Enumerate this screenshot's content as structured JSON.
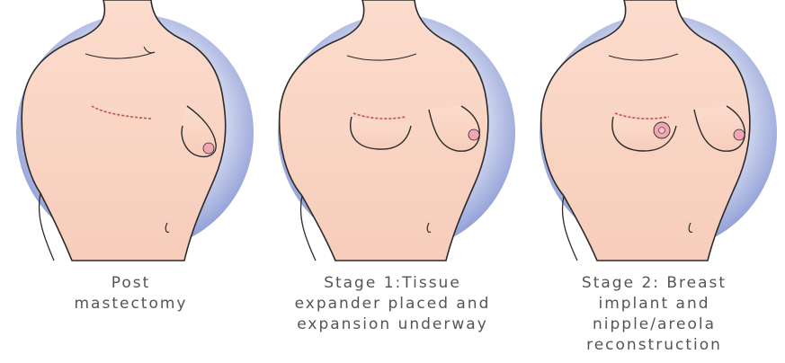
{
  "figure": {
    "panels": [
      {
        "id": "post-mastectomy",
        "caption": "Post\nmastectomy"
      },
      {
        "id": "stage-1",
        "caption": "Stage 1:Tissue\nexpander placed and\nexpansion underway"
      },
      {
        "id": "stage-2",
        "caption": "Stage 2: Breast\nimplant and\nnipple/areola\nreconstruction"
      }
    ]
  },
  "colors": {
    "skin": "#fbd9c9",
    "skin_shade": "#f2bfae",
    "outline": "#2b2b2b",
    "backdrop_center": "#ffffff",
    "backdrop_edge": "#7d8ed0",
    "scar": "#c0504d",
    "nipple": "#f1a6b4",
    "caption_text": "#555555"
  }
}
